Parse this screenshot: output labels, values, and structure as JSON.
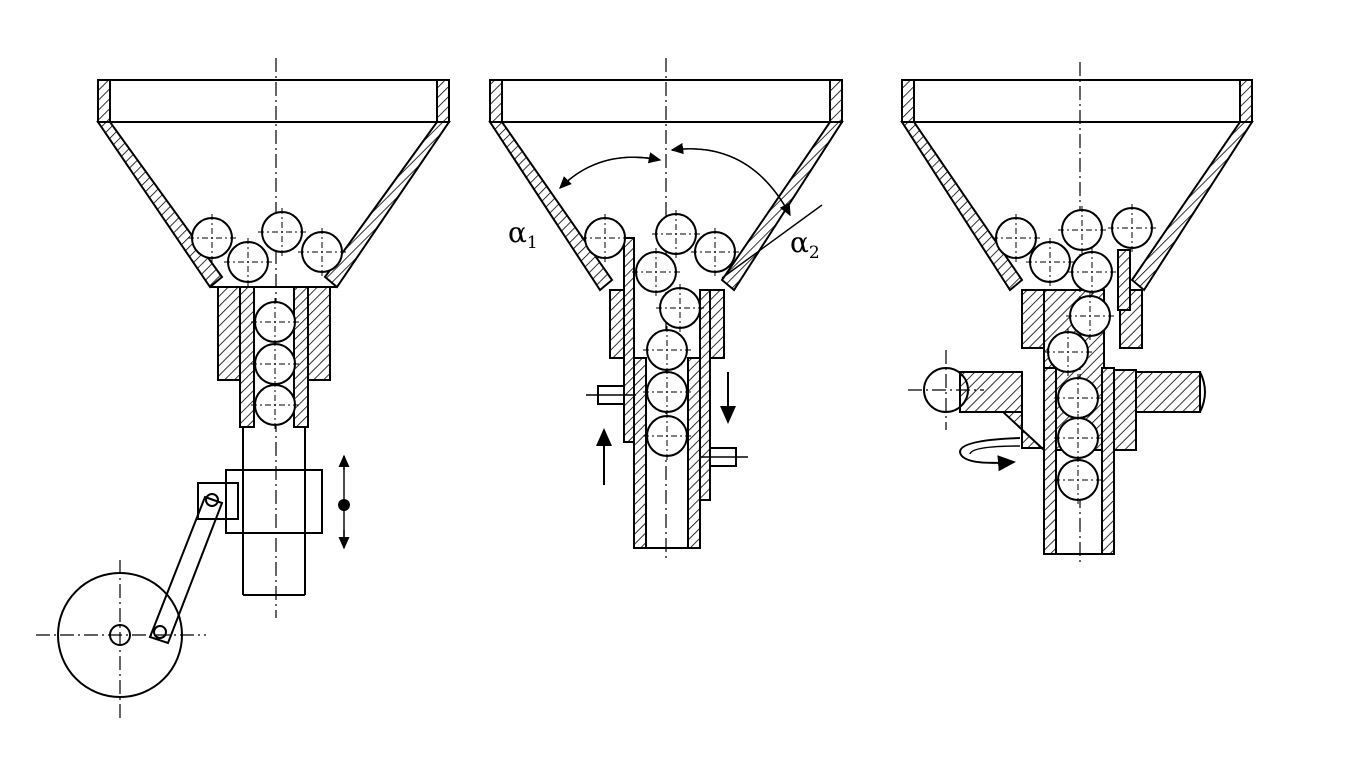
{
  "labels": {
    "alpha1_symbol": "α",
    "alpha1_subscript": "1",
    "alpha2_symbol": "α",
    "alpha2_subscript": "2"
  },
  "colors": {
    "ink": "#000000",
    "paper": "#ffffff"
  },
  "devices": [
    {
      "id": "slide-feeder",
      "drive": "crank-disc",
      "motion": "reciprocating"
    },
    {
      "id": "tube-feeder",
      "drive": "oscillating-tube",
      "motion": "vertical-shift"
    },
    {
      "id": "rotary-feeder",
      "drive": "rotating-disc",
      "motion": "rotation"
    }
  ]
}
